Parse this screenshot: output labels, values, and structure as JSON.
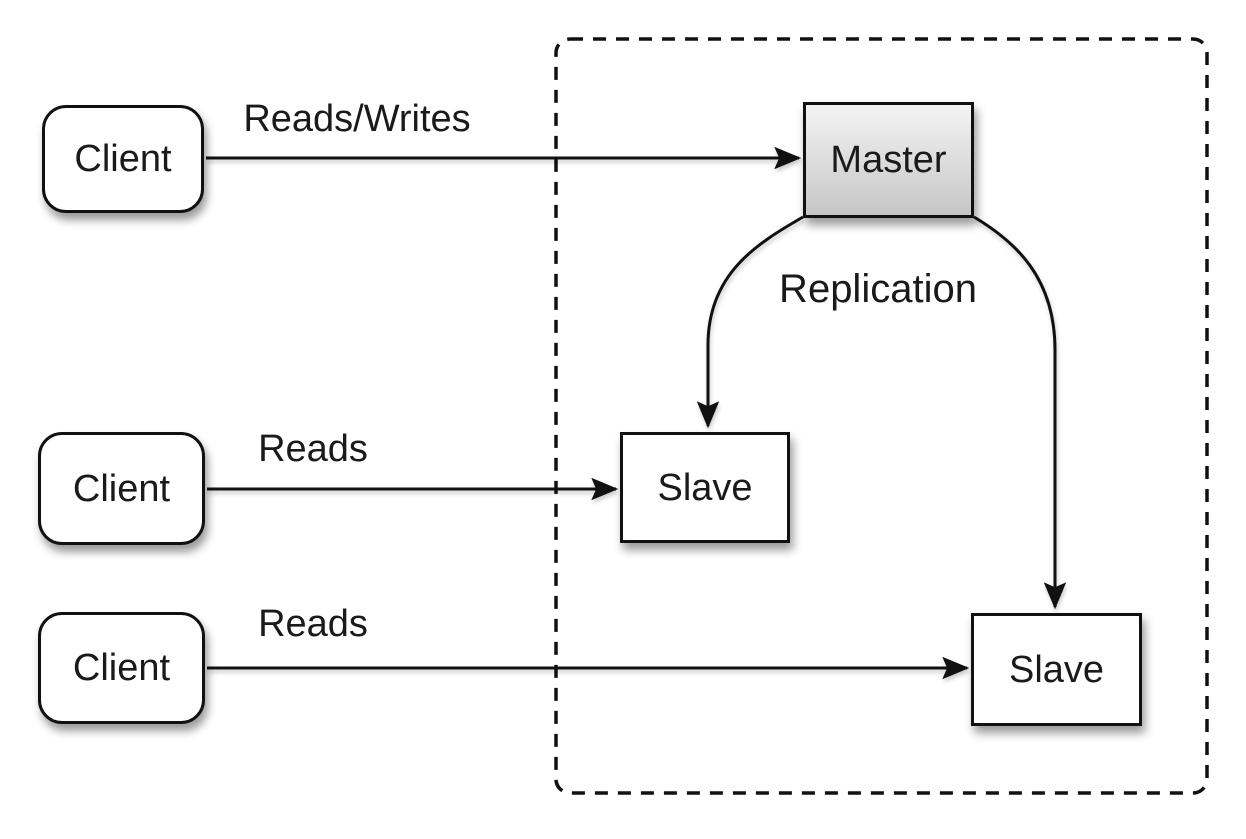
{
  "colors": {
    "background": "#ffffff",
    "box_border": "#111111",
    "box_fill": "#ffffff",
    "master_grad_top": "#f4f4f4",
    "master_grad_bottom": "#c6c6c6",
    "arrow": "#111111",
    "text": "#1a1a1a"
  },
  "nodes": {
    "client_top": {
      "label": "Client"
    },
    "client_middle": {
      "label": "Client"
    },
    "client_bottom": {
      "label": "Client"
    },
    "master": {
      "label": "Master"
    },
    "slave_middle": {
      "label": "Slave"
    },
    "slave_bottom": {
      "label": "Slave"
    }
  },
  "edges": {
    "client_top_to_master": {
      "label": "Reads/Writes"
    },
    "client_middle_to_slave_middle": {
      "label": "Reads"
    },
    "client_bottom_to_slave_bottom": {
      "label": "Reads"
    },
    "master_to_slaves": {
      "label": "Replication"
    }
  }
}
